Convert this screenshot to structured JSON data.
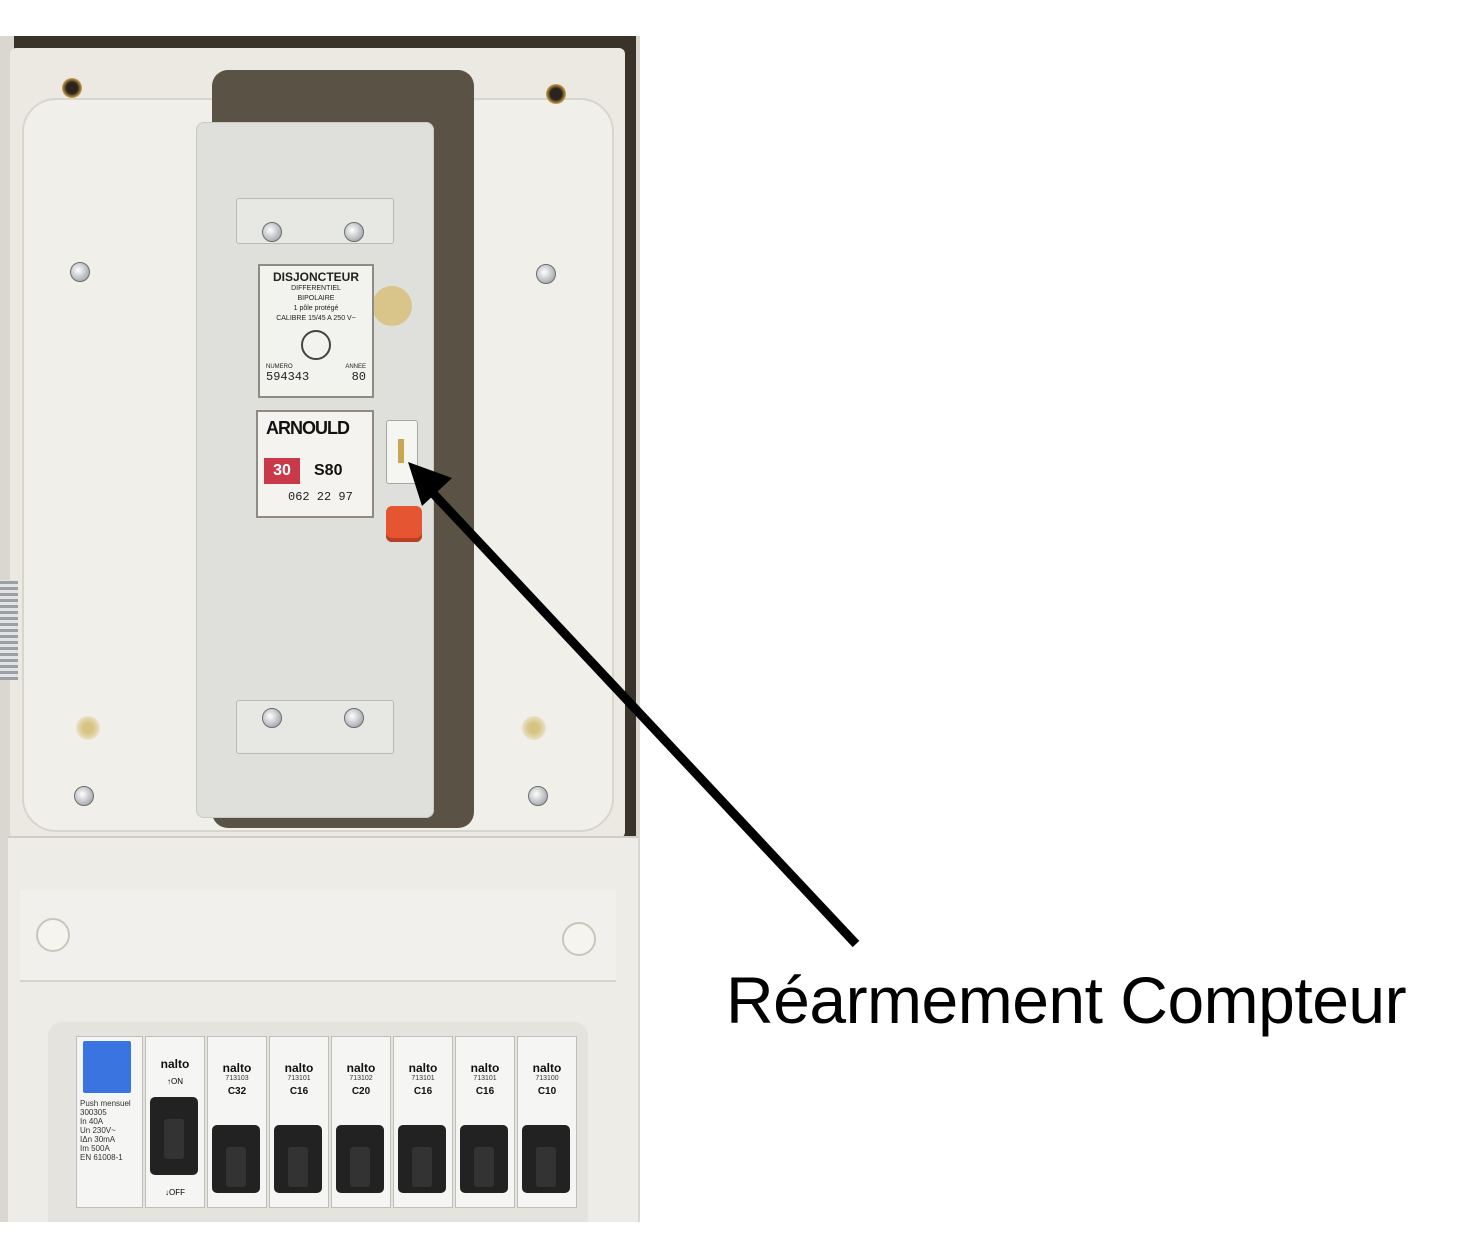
{
  "caption": "Réarmement Compteur",
  "upper_label": {
    "title": "DISJONCTEUR",
    "line1": "DIFFERENTIEL",
    "line2": "BIPOLAIRE",
    "line3": "1 pôle protégé",
    "line4": "CALIBRE 15/45 A 250 V~",
    "numero_caption": "NUMERO",
    "numero": "594343",
    "annee_caption": "ANNEE",
    "annee": "80"
  },
  "lower_label": {
    "brand": "ARNOULD",
    "rating": "30",
    "type": "S80",
    "serial": "062 22 97"
  },
  "differential": {
    "l1": "Push mensuel",
    "l2": "300305",
    "l3": "In 40A",
    "l4": "Un 230V~",
    "l5": "IΔn 30mA",
    "l6": "Im 500A",
    "l7": "EN 61008-1"
  },
  "main_switch": {
    "brand": "nalto",
    "on": "ON",
    "off": "OFF"
  },
  "modules": [
    {
      "brand": "nalto",
      "ref": "713103",
      "calibre": "C32"
    },
    {
      "brand": "nalto",
      "ref": "713101",
      "calibre": "C16"
    },
    {
      "brand": "nalto",
      "ref": "713102",
      "calibre": "C20"
    },
    {
      "brand": "nalto",
      "ref": "713101",
      "calibre": "C16"
    },
    {
      "brand": "nalto",
      "ref": "713101",
      "calibre": "C16"
    },
    {
      "brand": "nalto",
      "ref": "713100",
      "calibre": "C10"
    }
  ],
  "colors": {
    "arrow": "#000000",
    "reset_button": "#e65532",
    "rating_badge": "#c83a4a",
    "differential_blue": "#3a74e0"
  }
}
